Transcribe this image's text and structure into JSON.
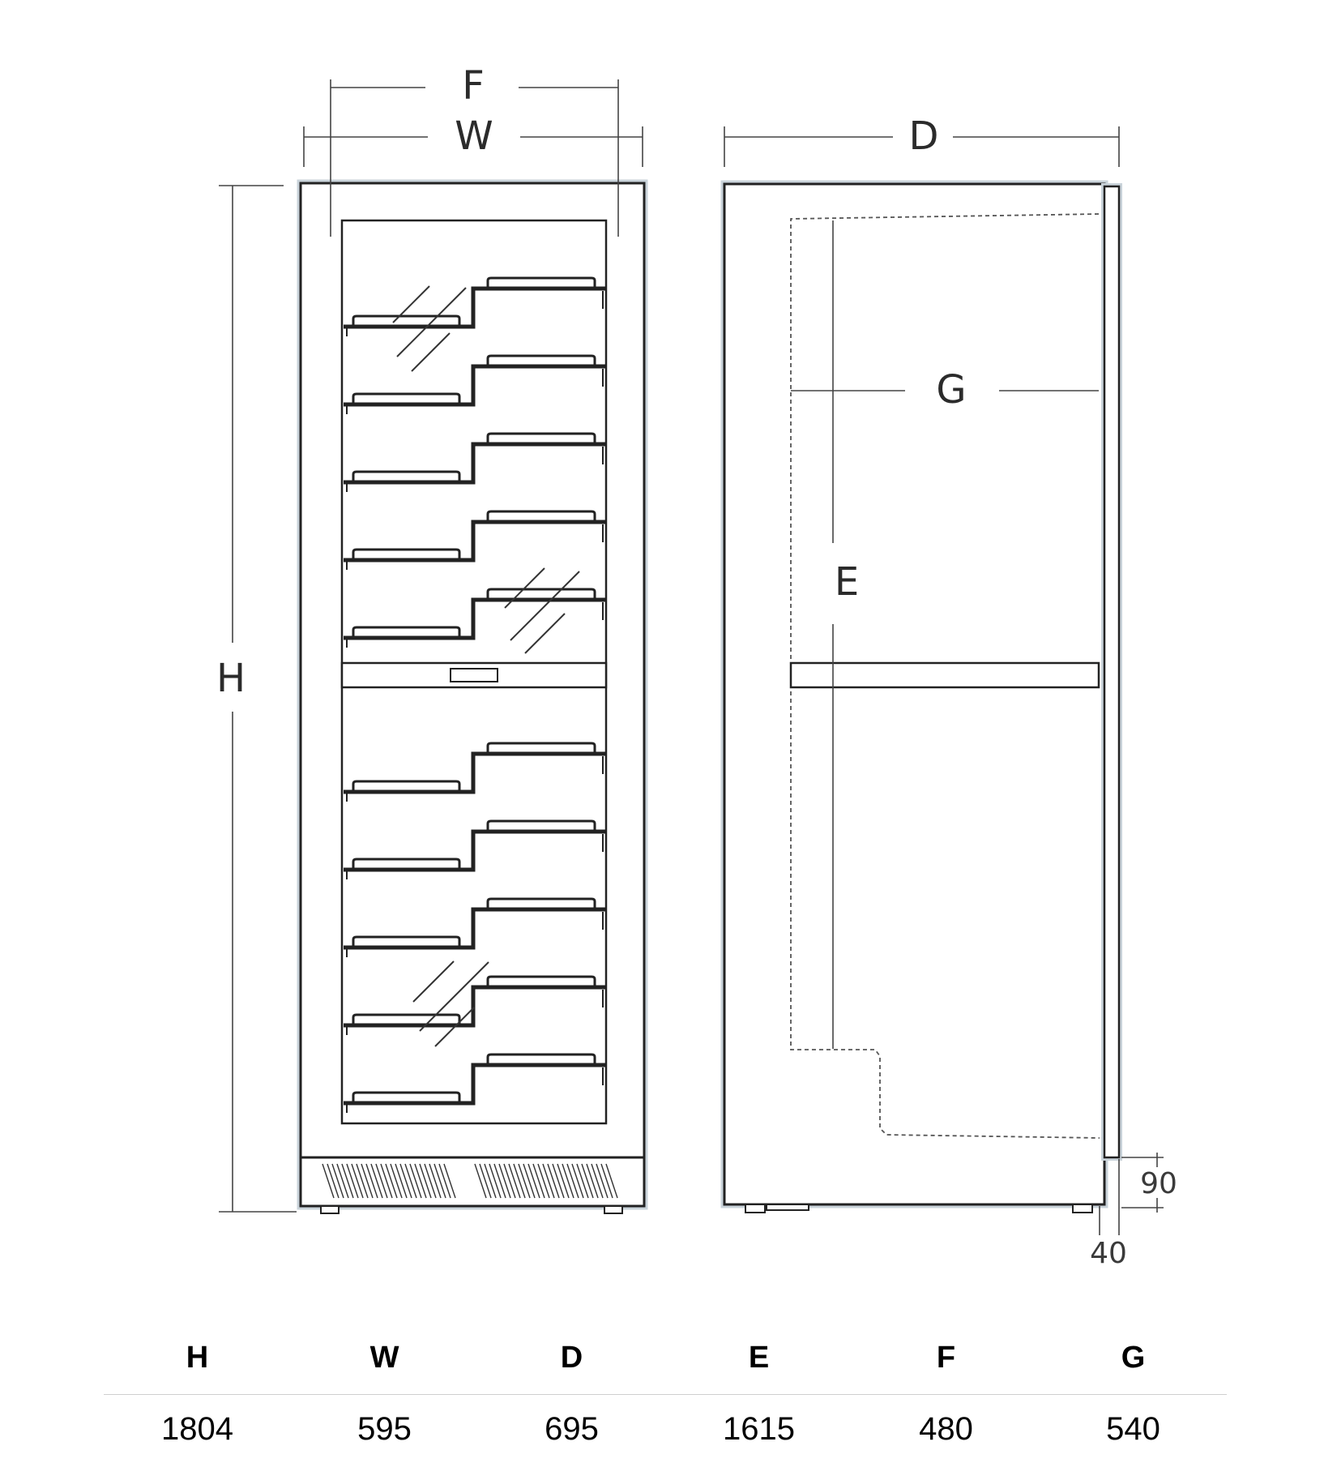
{
  "diagram": {
    "front_view": {
      "dimension_labels": {
        "width_inner": "F",
        "width_outer": "W",
        "height": "H"
      }
    },
    "side_view": {
      "dimension_labels": {
        "depth": "D",
        "inner_depth": "G",
        "inner_height": "E"
      },
      "detail_values": {
        "plinth_height": "90",
        "door_offset": "40"
      }
    }
  },
  "spec_table": {
    "headers": [
      "H",
      "W",
      "D",
      "E",
      "F",
      "G"
    ],
    "values": [
      "1804",
      "595",
      "695",
      "1615",
      "480",
      "540"
    ]
  }
}
